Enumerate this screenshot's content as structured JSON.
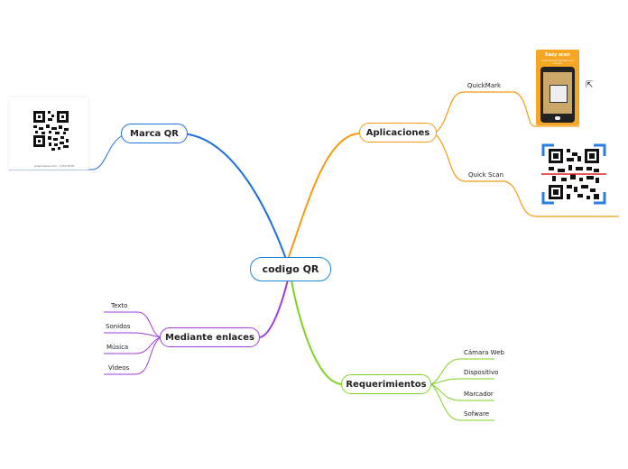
{
  "root": {
    "label": "codigo QR",
    "color": "#1e88d6"
  },
  "branches": {
    "marca": {
      "label": "Marca QR",
      "color": "#1e6fe0"
    },
    "aplicaciones": {
      "label": "Aplicaciones",
      "color": "#f59a13"
    },
    "enlaces": {
      "label": "Mediante enlaces",
      "color": "#a23ee0"
    },
    "requerimientos": {
      "label": "Requerimientos",
      "color": "#7ed321"
    }
  },
  "aplicaciones_leaves": [
    "QuickMark",
    "Quick Scan"
  ],
  "enlaces_leaves": [
    "Texto",
    "Sonidos",
    "Música",
    "Videos"
  ],
  "requerimientos_leaves": [
    "Cámara Web",
    "Dispositivo",
    "Marcador",
    "Sofware"
  ],
  "marca_image": {
    "caption": "www.kaywa.com · 1234 5678",
    "icon": "qr-code"
  },
  "quickmark_image": {
    "title": "Easy scan",
    "subtitle": "Scan any barcode with your camera",
    "icon": "phone-app-screenshot"
  },
  "quickscan_image": {
    "icon": "qr-scan-frame"
  },
  "ext_link": {
    "symbol": "⇱",
    "icon": "external-link-icon"
  }
}
